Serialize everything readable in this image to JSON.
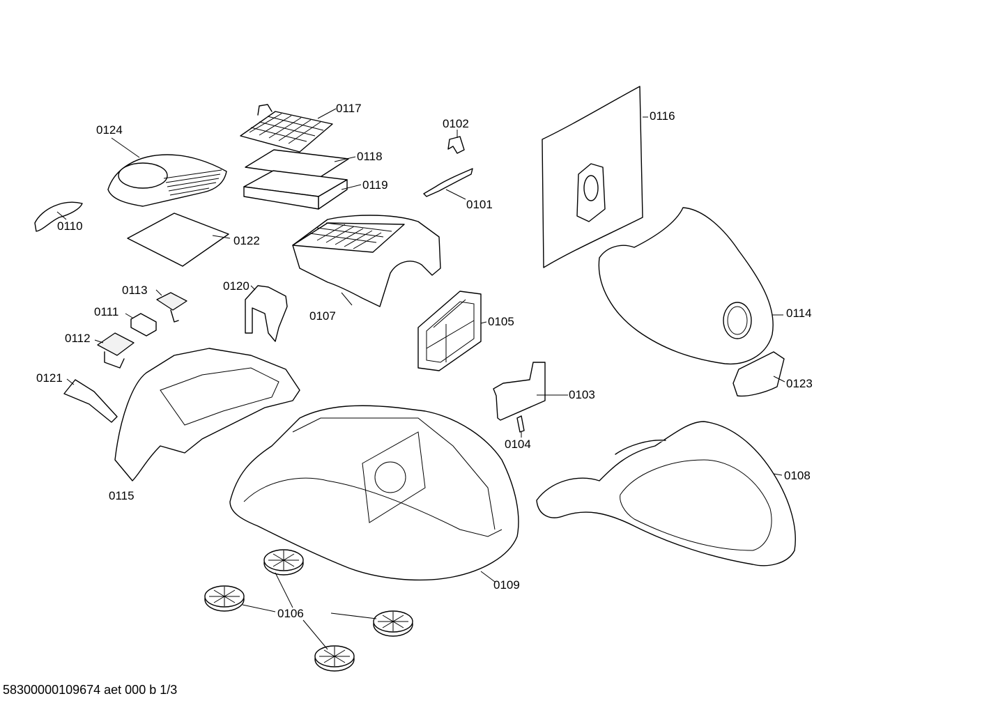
{
  "parts": {
    "p0101": "0101",
    "p0102": "0102",
    "p0103": "0103",
    "p0104": "0104",
    "p0105": "0105",
    "p0106": "0106",
    "p0107": "0107",
    "p0108": "0108",
    "p0109": "0109",
    "p0110": "0110",
    "p0111": "0111",
    "p0112": "0112",
    "p0113": "0113",
    "p0114": "0114",
    "p0115": "0115",
    "p0116": "0116",
    "p0117": "0117",
    "p0118": "0118",
    "p0119": "0119",
    "p0120": "0120",
    "p0121": "0121",
    "p0122": "0122",
    "p0123": "0123",
    "p0124": "0124"
  },
  "footer": "58300000109674 aet 000 b 1/3",
  "colors": {
    "line": "#000000",
    "background": "#ffffff"
  }
}
